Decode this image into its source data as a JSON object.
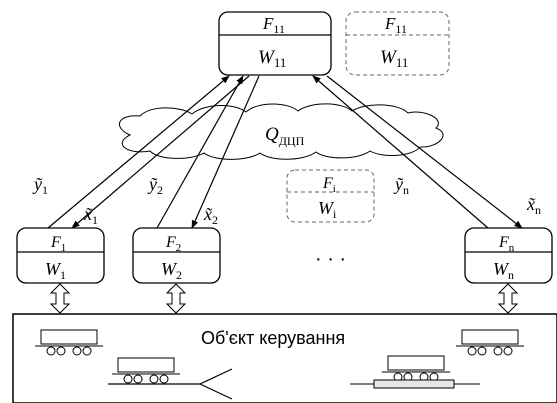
{
  "top_node": {
    "f_label": "F",
    "f_sub": "11",
    "w_label": "W",
    "w_sub": "11"
  },
  "top_node_ghost": {
    "f_label": "F",
    "f_sub": "11",
    "w_label": "W",
    "w_sub": "11"
  },
  "network": {
    "label": "Q",
    "sub": "ДЦП"
  },
  "middle_node": {
    "f_label": "F",
    "f_sub": "i",
    "w_label": "W",
    "w_sub": "i"
  },
  "nodes": [
    {
      "f_label": "F",
      "f_sub": "1",
      "w_label": "W",
      "w_sub": "1",
      "y_label": "ỹ",
      "y_sub": "1",
      "x_label": "x̃",
      "x_sub": "1"
    },
    {
      "f_label": "F",
      "f_sub": "2",
      "w_label": "W",
      "w_sub": "2",
      "y_label": "ỹ",
      "y_sub": "2",
      "x_label": "x̃",
      "x_sub": "2"
    },
    {
      "f_label": "F",
      "f_sub": "n",
      "w_label": "W",
      "w_sub": "n",
      "y_label": "ỹ",
      "y_sub": "n",
      "x_label": "x̃",
      "x_sub": "n"
    }
  ],
  "ellipsis": "· · ·",
  "object": {
    "title": "Об'єкт керування"
  },
  "colors": {
    "line": "#000000",
    "ghost": "#666666",
    "background": "#ffffff"
  }
}
